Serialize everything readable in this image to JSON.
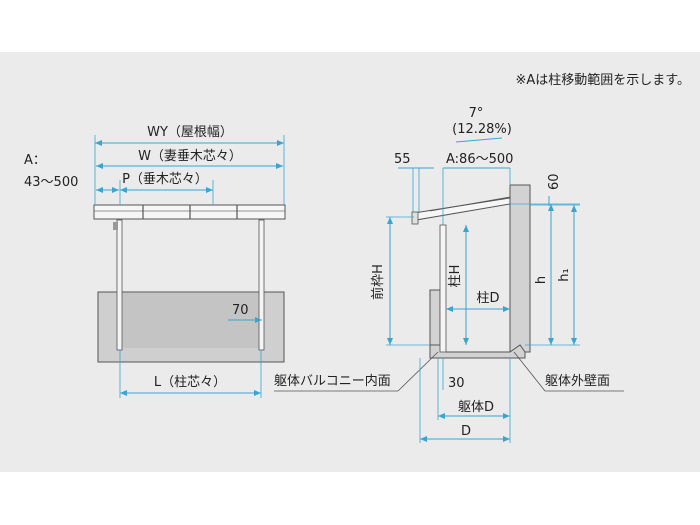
{
  "note": "※Aは柱移動範囲を示します。",
  "colors": {
    "panel_bg": "#ebebeb",
    "dimension_line": "#3aa6d0",
    "outline": "#555555",
    "wall_fill": "#d2d2d2",
    "balcony_fill": "#cfcfcf",
    "roof_fill": "#f6f6f6"
  },
  "front_view": {
    "wy_label": "WY（屋根幅）",
    "w_label": "W（妻垂木芯々）",
    "p_label": "P（垂木芯々）",
    "a_label": "A：",
    "a_range": "43～500",
    "seventy": "70",
    "l_label": "L（柱芯々）"
  },
  "side_view": {
    "angle_deg": "7°",
    "angle_pct": "(12.28%)",
    "fifty_five": "55",
    "a_range": "A:86～500",
    "sixty": "60",
    "maeshime_h": "前枠H",
    "hashira_h": "柱H",
    "hashira_d": "柱D",
    "h": "h",
    "h1": "h₁",
    "balcony_inner": "躯体バルコニー内面",
    "thirty": "30",
    "kutai_d": "躯体D",
    "d": "D",
    "outer_wall": "躯体外壁面"
  }
}
